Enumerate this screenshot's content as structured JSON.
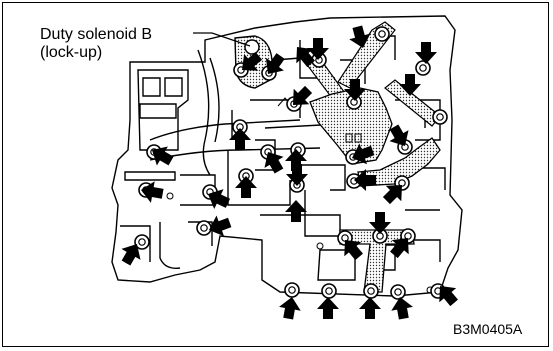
{
  "callout": {
    "line1": "Duty solenoid B",
    "line2": "(lock-up)"
  },
  "figure_code": "B3M0405A",
  "colors": {
    "ink": "#000000",
    "background": "#ffffff",
    "stipple": "#9a9a9a"
  }
}
